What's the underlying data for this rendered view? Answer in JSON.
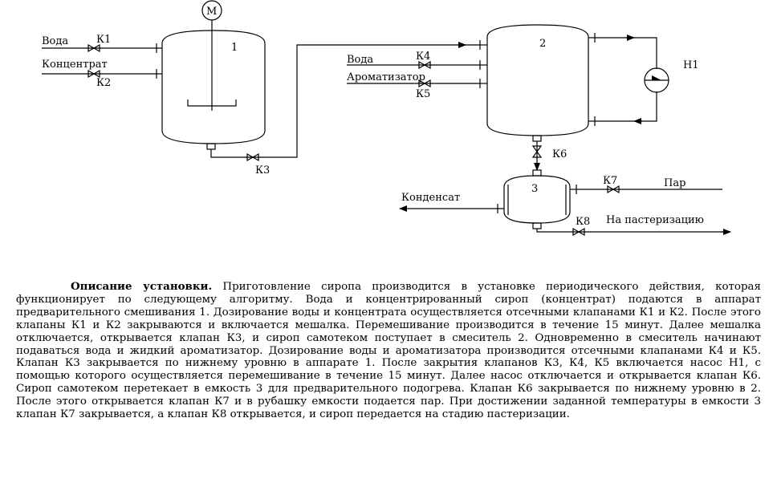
{
  "diagram": {
    "motor_label": "М",
    "apparatus": [
      {
        "id": "1"
      },
      {
        "id": "2"
      },
      {
        "id": "3"
      }
    ],
    "pump_label": "Н1",
    "streams": {
      "water_1": "Вода",
      "concentrate": "Концентрат",
      "water_2": "Вода",
      "flavoring": "Ароматизатор",
      "steam": "Пар",
      "condensate": "Конденсат",
      "to_pasteurization": "На пастеризацию"
    },
    "valves": {
      "k1": "К1",
      "k2": "К2",
      "k3": "К3",
      "k4": "К4",
      "k5": "К5",
      "k6": "К6",
      "k7": "К7",
      "k8": "К8"
    }
  },
  "description": {
    "heading": "Описание установки.",
    "text": "Приготовление сиропа производится в установке периодического действия, которая функционирует по следующему алгоритму. Вода и концентрированный сироп (концентрат) подаются в аппарат предварительного смешивания 1. Дозирование воды и концентрата осуществляется отсечными клапанами К1 и К2. После этого клапаны К1 и К2 закрываются и включается мешалка. Перемешивание производится в течение 15 минут. Далее мешалка отключается, открывается клапан К3, и сироп самотеком поступает в смеситель 2. Одновременно в смеситель начинают подаваться вода и жидкий ароматизатор. Дозирование воды и ароматизатора производится отсечными клапанами К4 и К5. Клапан К3 закрывается по нижнему уровню в аппарате 1. После закрытия клапанов К3, К4, К5 включается насос Н1, с помощью которого осуществляется перемешивание в течение 15 минут. Далее насос отключается и открывается клапан К6. Сироп самотеком перетекает в емкость 3 для предварительного подогрева. Клапан К6 закрывается по нижнему уровню в 2. После этого открывается клапан К7 и в рубашку емкости подается пар. При достижении заданной температуры в емкости 3 клапан К7 закрывается, а клапан К8 открывается, и сироп передается на стадию пастеризации."
  }
}
